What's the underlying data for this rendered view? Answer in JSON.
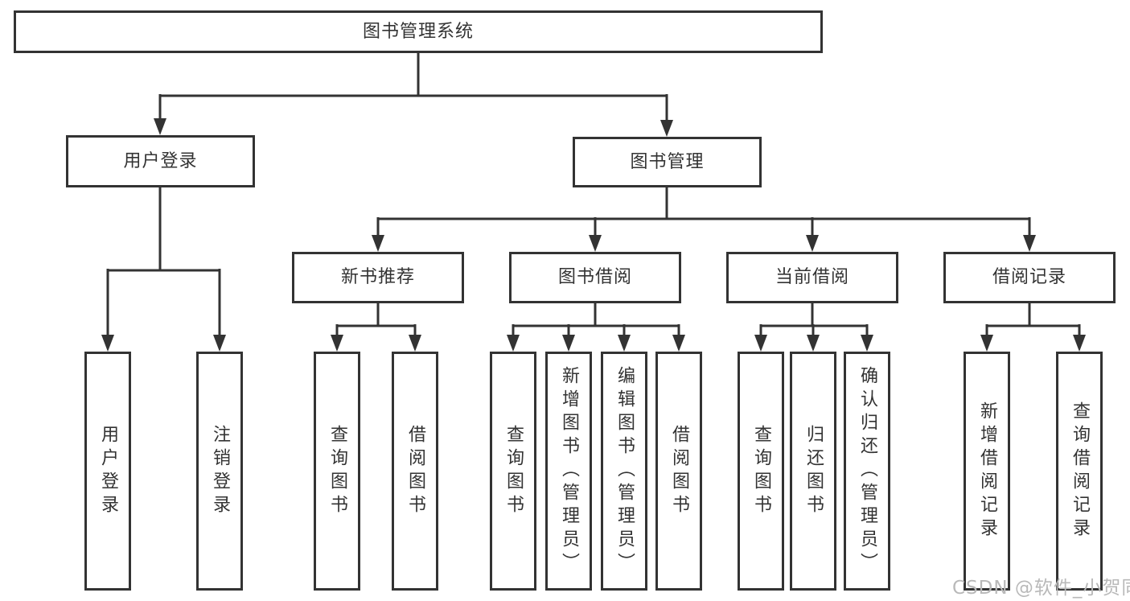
{
  "tree": {
    "root": {
      "label": "图书管理系统"
    },
    "level2": [
      {
        "label": "用户登录",
        "children": [
          {
            "label": "用户登录"
          },
          {
            "label": "注销登录"
          }
        ]
      },
      {
        "label": "图书管理",
        "children": [
          {
            "label": "新书推荐",
            "children": [
              {
                "label": "查询图书"
              },
              {
                "label": "借阅图书"
              }
            ]
          },
          {
            "label": "图书借阅",
            "children": [
              {
                "label": "查询图书"
              },
              {
                "label": "新增图书（管理员）"
              },
              {
                "label": "编辑图书（管理员）"
              },
              {
                "label": "借阅图书"
              }
            ]
          },
          {
            "label": "当前借阅",
            "children": [
              {
                "label": "查询图书"
              },
              {
                "label": "归还图书"
              },
              {
                "label": "确认归还（管理员）"
              }
            ]
          },
          {
            "label": "借阅记录",
            "children": [
              {
                "label": "新增借阅记录"
              },
              {
                "label": "查询借阅记录"
              }
            ]
          }
        ]
      }
    ]
  },
  "watermark": {
    "text": "CSDN @软件_小贺同学"
  },
  "colors": {
    "line": "#333333",
    "text": "#333333",
    "box_fill": "#ffffff",
    "watermark": "#b9b9b9",
    "background": "#ffffff"
  }
}
